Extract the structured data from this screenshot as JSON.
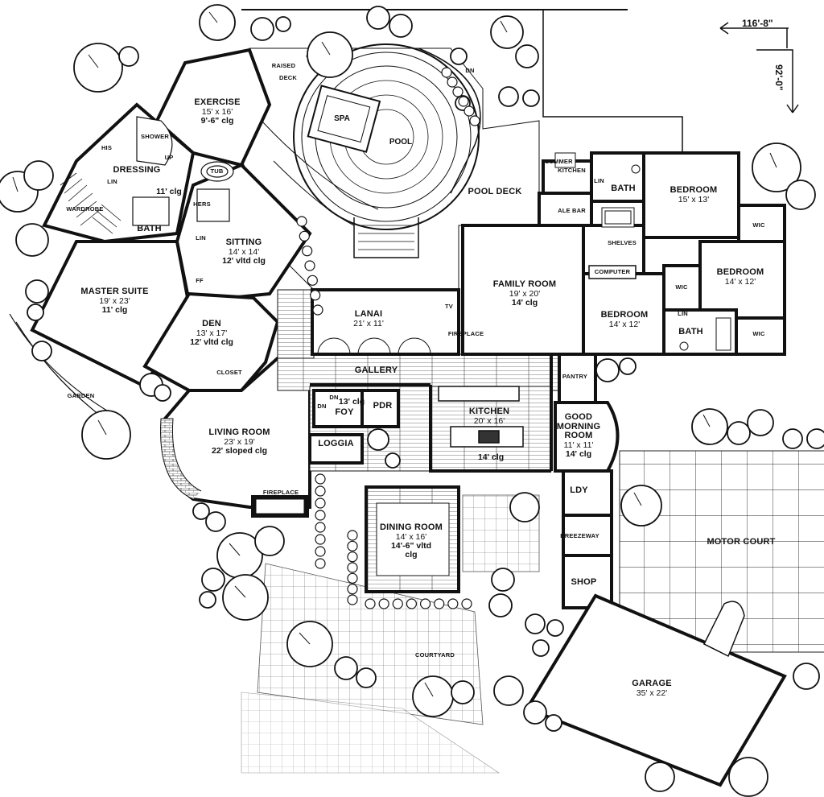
{
  "dimensions": {
    "width": "116'-8\"",
    "depth": "92'-0\""
  },
  "rooms": {
    "exercise": {
      "name": "EXERCISE",
      "size": "15' x 16'",
      "clg": "9'-6\" clg"
    },
    "dressing": {
      "name": "DRESSING",
      "clg": "11' clg"
    },
    "master_suite": {
      "name": "MASTER SUITE",
      "size": "19' x 23'",
      "clg": "11' clg"
    },
    "sitting": {
      "name": "SITTING",
      "size": "14' x 14'",
      "clg": "12' vltd clg"
    },
    "den": {
      "name": "DEN",
      "size": "13' x 17'",
      "clg": "12' vltd clg"
    },
    "living_room": {
      "name": "LIVING ROOM",
      "size": "23' x 19'",
      "clg": "22' sloped clg"
    },
    "lanai": {
      "name": "LANAI",
      "size": "21' x 11'"
    },
    "family_room": {
      "name": "FAMILY ROOM",
      "size": "19' x 20'",
      "clg": "14' clg"
    },
    "bedroom_1": {
      "name": "BEDROOM",
      "size": "15' x 13'"
    },
    "bedroom_2": {
      "name": "BEDROOM",
      "size": "14' x 12'"
    },
    "bedroom_3": {
      "name": "BEDROOM",
      "size": "14' x 12'"
    },
    "kitchen": {
      "name": "KITCHEN",
      "size": "20' x 16'",
      "clg": "14' clg"
    },
    "good_morning": {
      "name_1": "GOOD",
      "name_2": "MORNING",
      "name_3": "ROOM",
      "size": "11' x 11'",
      "clg": "14' clg"
    },
    "dining_room": {
      "name": "DINING ROOM",
      "size": "14' x 16'",
      "clg_1": "14'-6\" vltd",
      "clg_2": "clg"
    },
    "garage": {
      "name": "GARAGE",
      "size": "35' x 22'"
    },
    "foyer": {
      "name": "FOY",
      "clg": "13' clg"
    }
  },
  "labels": {
    "pool": "POOL",
    "spa": "SPA",
    "pool_deck": "POOL DECK",
    "raised_deck_1": "RAISED",
    "raised_deck_2": "DECK",
    "dn_pool": "DN",
    "summer_kitchen_1": "SUMMER",
    "summer_kitchen_2": "KITCHEN",
    "ale_bar": "ALE BAR",
    "shelves": "SHELVES",
    "computer": "COMPUTER",
    "wic_1": "WIC",
    "wic_2": "WIC",
    "wic_3": "WIC",
    "lin_1": "LIN",
    "lin_2": "LIN",
    "lin_3": "LIN",
    "lin_4": "LIN",
    "bath_1": "BATH",
    "bath_2": "BATH",
    "bath_master": "BATH",
    "shower": "SHOWER",
    "tub": "TUB",
    "his": "HIS",
    "hers": "HERS",
    "wardrobe": "WARDROBE",
    "up": "UP",
    "garden": "GARDEN",
    "closet": "CLOSET",
    "ff": "FF",
    "fireplace_1": "FIREPLACE",
    "fireplace_2": "FIREPLACE",
    "tv": "TV",
    "gallery": "GALLERY",
    "pantry": "PANTRY",
    "loggia": "LOGGIA",
    "pdr": "PDR",
    "dn_foyer": "DN",
    "dn_foyer2": "DN",
    "ldy": "LDY",
    "breezeway": "BREEZEWAY",
    "shop": "SHOP",
    "motor_court": "MOTOR COURT",
    "courtyard": "COURTYARD"
  }
}
